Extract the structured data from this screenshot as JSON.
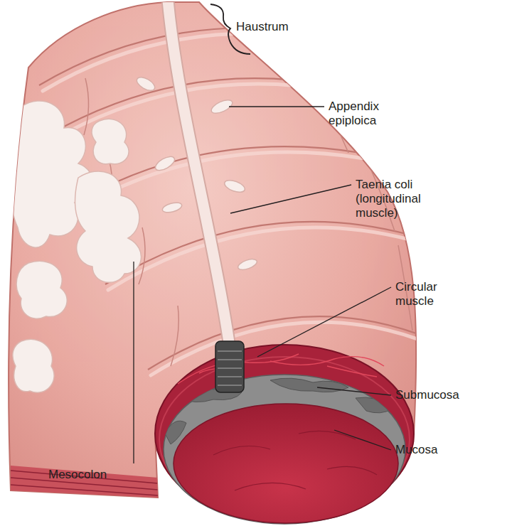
{
  "diagram": {
    "labels": [
      "Haustrum",
      "Appendix epiploica",
      "Taenia coli (longitudinal muscle)",
      "Circular muscle",
      "Submucosa",
      "Mucosa",
      "Mesocolon"
    ]
  }
}
